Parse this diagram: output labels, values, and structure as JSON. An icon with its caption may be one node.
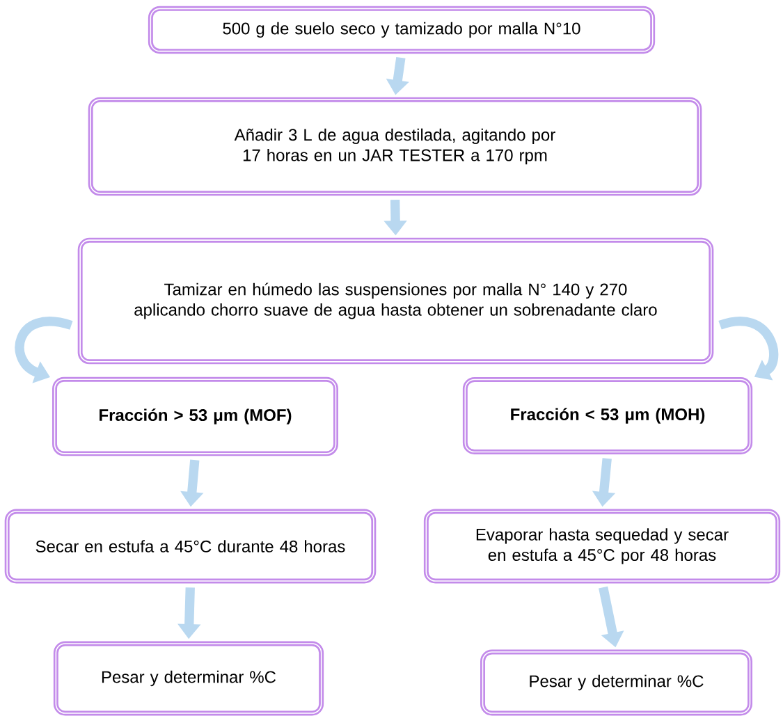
{
  "diagram": {
    "nodes": [
      {
        "text": [
          "500 g de suelo seco y tamizado por malla N°10"
        ]
      },
      {
        "text": [
          "Añadir 3 L de agua destilada, agitando por 17 horas en un JAR TESTER a 170 rpm"
        ]
      },
      {
        "text": [
          "Tamizar en húmedo las suspensiones por malla N° 140 y 270 aplicando chorro suave de agua hasta obtener un sobrenadante claro"
        ]
      },
      {
        "text": [
          "Fracción > 53 μm (MOF)"
        ]
      },
      {
        "text": [
          "Fracción < 53 μm (MOH)"
        ]
      },
      {
        "text": [
          "Secar en estufa a 45°C durante 48 horas"
        ]
      },
      {
        "text": [
          "Evaporar hasta sequedad y secar en estufa a 45°C por 48 horas"
        ]
      },
      {
        "text": [
          "Pesar y determinar %C"
        ]
      },
      {
        "text": [
          "Pesar y determinar %C"
        ]
      }
    ],
    "edges": [
      {
        "from": 0,
        "to": 1,
        "arrow": "to"
      },
      {
        "from": 1,
        "to": 2,
        "arrow": "to"
      },
      {
        "from": 2,
        "to": 3,
        "arrow": "to"
      },
      {
        "from": 2,
        "to": 4,
        "arrow": "to"
      },
      {
        "from": 3,
        "to": 5,
        "arrow": "to"
      },
      {
        "from": 4,
        "to": 6,
        "arrow": "to"
      },
      {
        "from": 5,
        "to": 7,
        "arrow": "to"
      },
      {
        "from": 6,
        "to": 8,
        "arrow": "to"
      }
    ]
  }
}
